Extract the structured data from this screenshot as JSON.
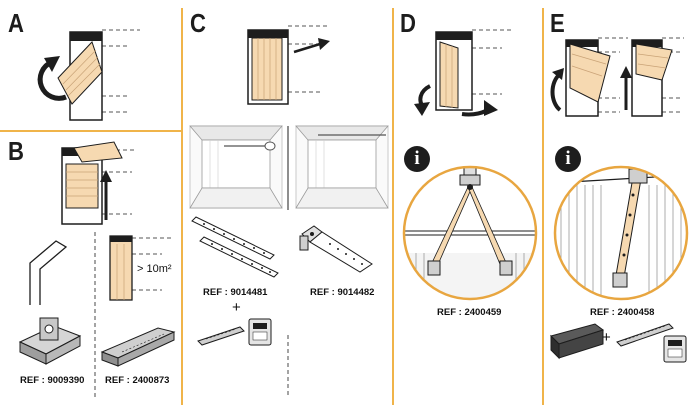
{
  "colors": {
    "divider": "#f0b44a",
    "wood": "#f6d9b1",
    "wood_line": "#c9a377",
    "line": "#1d1d1d",
    "circle": "#e8a640"
  },
  "sections": {
    "a": {
      "letter": "A"
    },
    "b": {
      "letter": "B",
      "area_label": "> 10m²",
      "ref_bracket": "REF : 9009390",
      "ref_rail": "REF : 2400873"
    },
    "c": {
      "letter": "C",
      "ref_left": "REF : 9014481",
      "ref_right": "REF : 9014482",
      "plus": "+"
    },
    "d": {
      "letter": "D",
      "info": "i",
      "ref": "REF : 2400459"
    },
    "e": {
      "letter": "E",
      "info": "i",
      "ref": "REF : 2400458",
      "plus": "+"
    }
  }
}
